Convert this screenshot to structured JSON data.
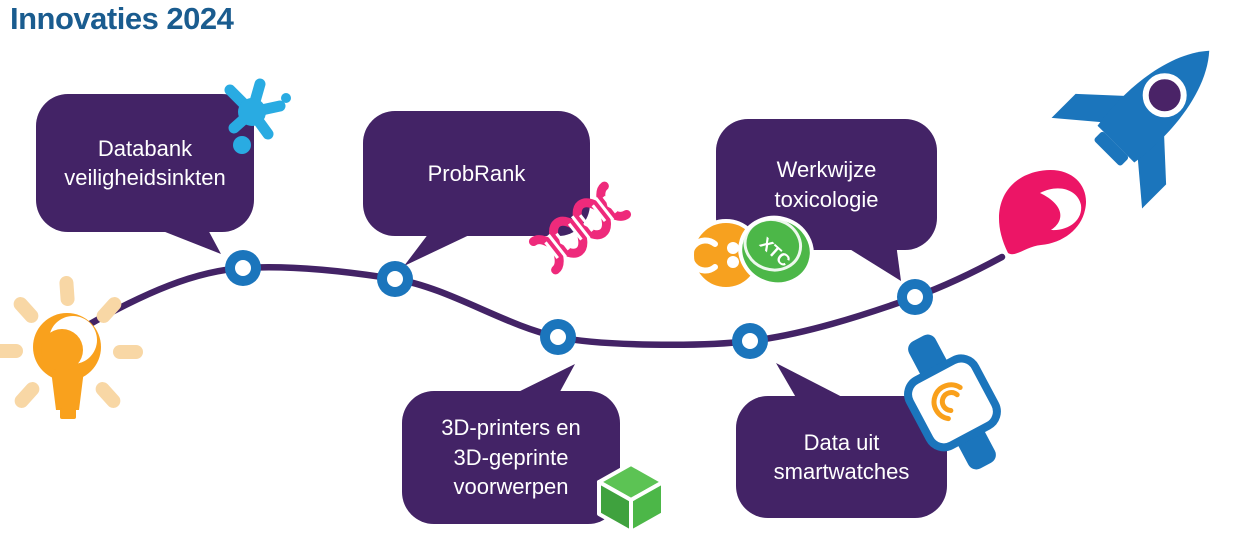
{
  "title": "Innovaties 2024",
  "bubbles": [
    {
      "label": "Databank veiligheidsinkten",
      "lines": [
        "Databank",
        "veiligheidsinkten"
      ],
      "icon": "ink-splash-icon"
    },
    {
      "label": "ProbRank",
      "lines": [
        "ProbRank"
      ],
      "icon": "dna-helix-icon"
    },
    {
      "label": "Werkwijze toxicologie",
      "lines": [
        "Werkwijze",
        "toxicologie"
      ],
      "icon": "xtc-pills-icon"
    },
    {
      "label": "3D-printers en 3D-geprinte voorwerpen",
      "lines": [
        "3D-printers en",
        "3D-geprinte",
        "voorwerpen"
      ],
      "icon": "3d-cube-icon"
    },
    {
      "label": "Data uit smartwatches",
      "lines": [
        "Data uit",
        "smartwatches"
      ],
      "icon": "smartwatch-icon"
    }
  ],
  "pills": {
    "green_pill_text": "XTC"
  },
  "timeline": {
    "node_count": 5,
    "start_icon": "lightbulb-icon",
    "end_icon": "rocket-icon"
  },
  "colors": {
    "title_blue": "#1A5C8F",
    "bubble_purple": "#432366",
    "timeline_purple": "#432366",
    "node_blue": "#1B75BC",
    "rocket_blue": "#1B75BC",
    "flame_pink": "#EC1566",
    "dna_pink": "#EE2A7B",
    "ink_splash_blue": "#29ABE2",
    "lightbulb_orange": "#F9A11D",
    "ray_pale_orange": "#F8D7A5",
    "pill_orange": "#F7A11F",
    "pill_green": "#4CB748",
    "cube_green": "#4CB748",
    "watch_blue": "#1B75BC",
    "watch_dial_orange": "#F9A01B",
    "text_white": "#FFFFFF"
  }
}
